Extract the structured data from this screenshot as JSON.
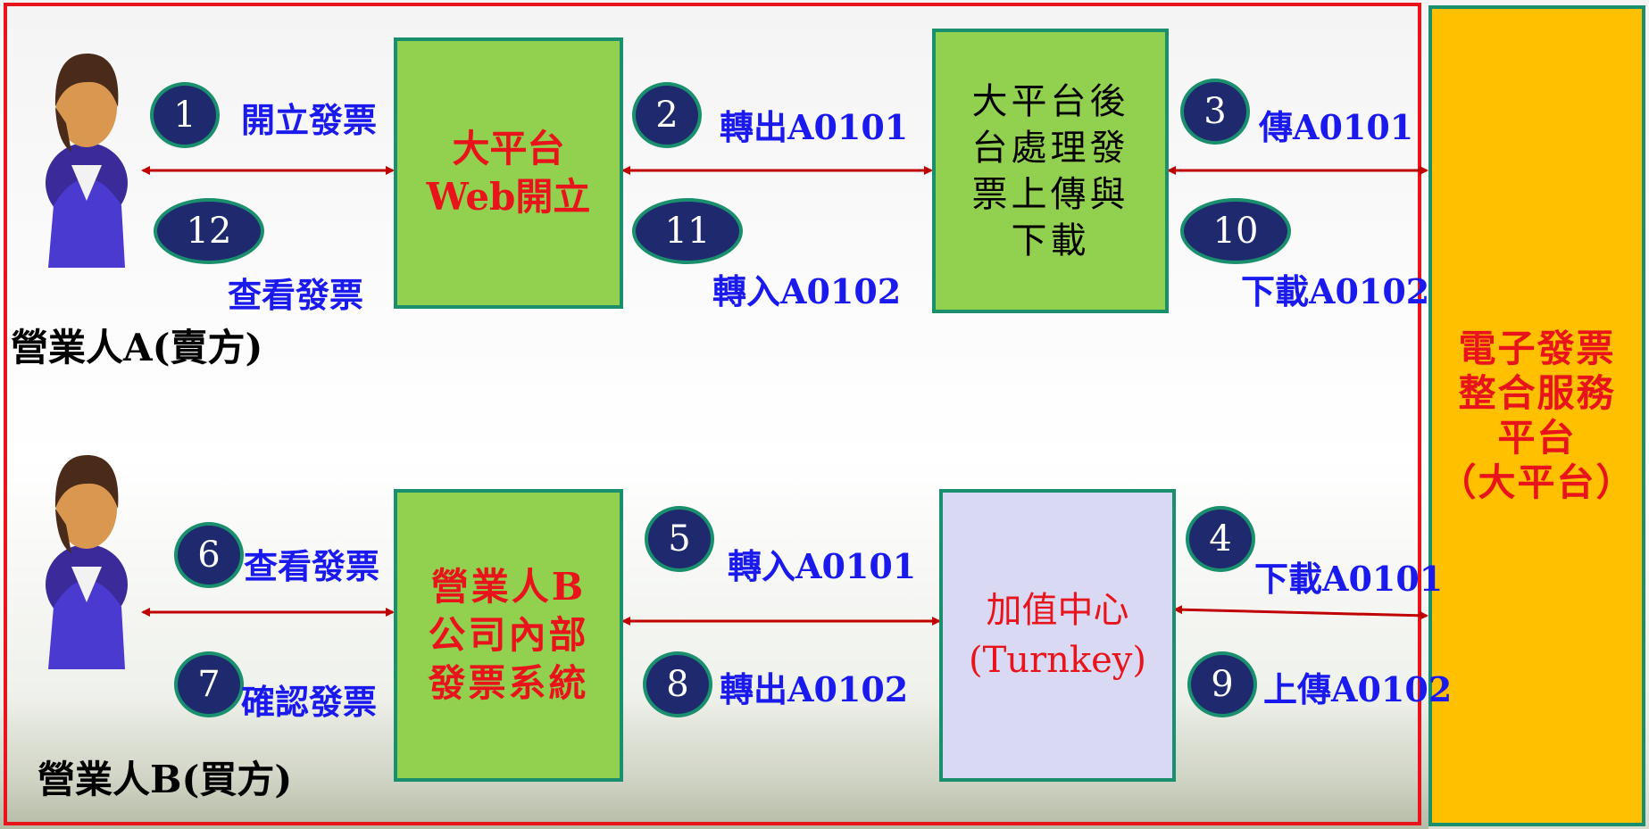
{
  "actors": {
    "seller_label": "營業人A(賣方)",
    "buyer_label": "營業人B(買方)"
  },
  "boxes": {
    "web_platform": "大平台\nWeb開立",
    "backend": "大平台後\n台處理發\n票上傳與\n下載",
    "company_system": "營業人B\n公司內部\n發票系統",
    "turnkey": "加值中心\n(Turnkey)",
    "platform": "電子發票\n整合服務\n平台\n（大平台）"
  },
  "steps": [
    {
      "num": "1",
      "label": "開立發票"
    },
    {
      "num": "2",
      "label": "轉出A0101"
    },
    {
      "num": "3",
      "label": "傳A0101"
    },
    {
      "num": "4",
      "label": "下載A0101"
    },
    {
      "num": "5",
      "label": "轉入A0101"
    },
    {
      "num": "6",
      "label": "查看發票"
    },
    {
      "num": "7",
      "label": "確認發票"
    },
    {
      "num": "8",
      "label": "轉出A0102"
    },
    {
      "num": "9",
      "label": "上傳A0102"
    },
    {
      "num": "10",
      "label": "下載A0102"
    },
    {
      "num": "11",
      "label": "轉入A0102"
    },
    {
      "num": "12",
      "label": "查看發票"
    }
  ],
  "colors": {
    "frame": "#e8131b",
    "arrow": "#c00000",
    "box_green": "#92d050",
    "box_lavender": "#d9d9f3",
    "platform": "#ffc000",
    "badge": "#1f2a6e",
    "step_text": "#1a1aef"
  }
}
